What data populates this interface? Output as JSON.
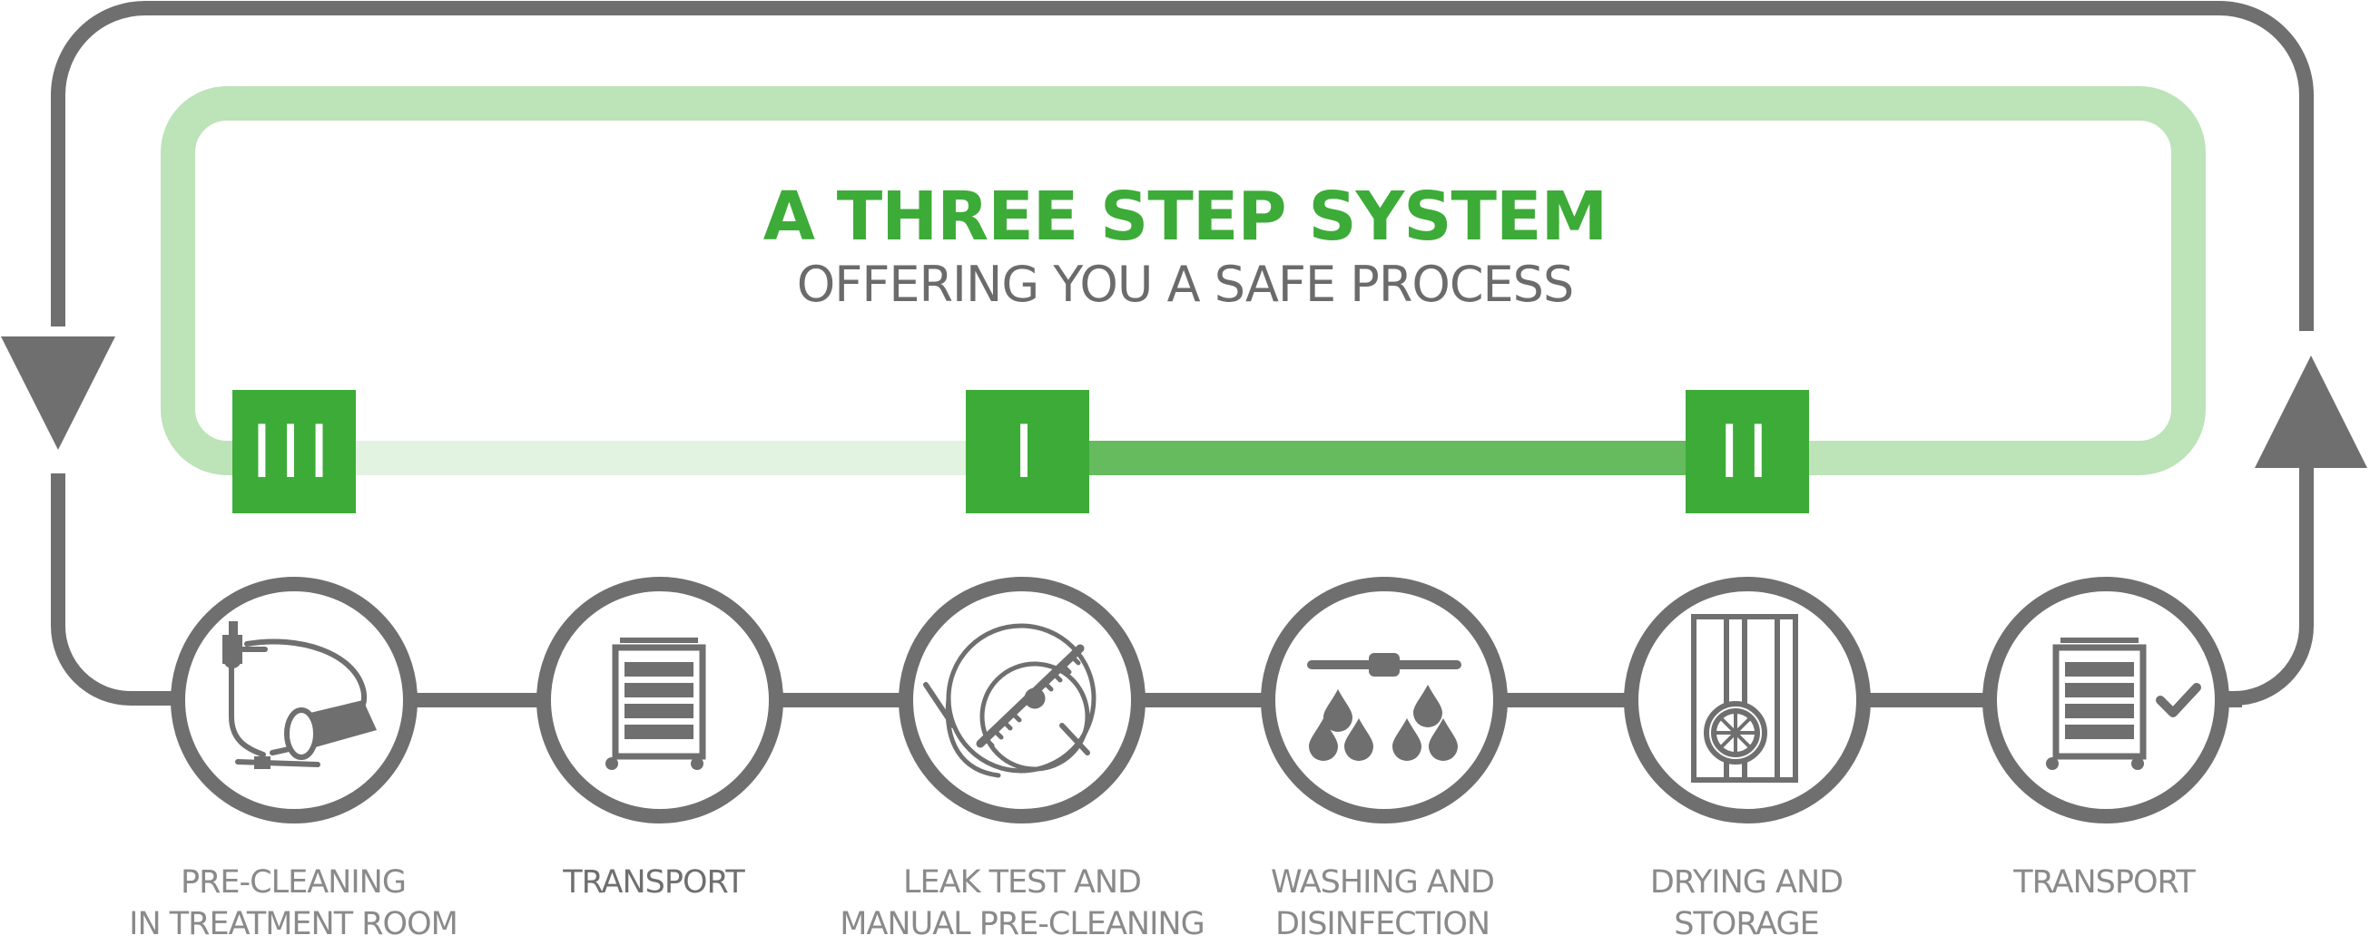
{
  "header": {
    "title": "A THREE STEP SYSTEM",
    "subtitle": "OFFERING YOU A SAFE PROCESS"
  },
  "steps": [
    {
      "numeral": "III"
    },
    {
      "numeral": "I"
    },
    {
      "numeral": "II"
    }
  ],
  "stages": [
    {
      "line1": "PRE-CLEANING",
      "line2": "IN TREATMENT ROOM",
      "icon": "endoscope-bowl-icon"
    },
    {
      "line1": "TRANSPORT",
      "line2": "",
      "icon": "transport-trolley-icon"
    },
    {
      "line1": "LEAK TEST AND",
      "line2": "MANUAL PRE-CLEANING",
      "icon": "cleaning-brush-icon"
    },
    {
      "line1": "WASHING AND",
      "line2": "DISINFECTION",
      "icon": "water-drops-icon"
    },
    {
      "line1": "DRYING AND",
      "line2": "STORAGE",
      "icon": "drying-cabinet-icon"
    },
    {
      "line1": "TRANSPORT",
      "line2": "",
      "icon": "transport-trolley-check-icon"
    }
  ],
  "colors": {
    "brand_green": "#3dab38",
    "light_green": "#bde3b9",
    "pale_green": "#e3f3e1",
    "mid_green": "#66bb5e",
    "gray": "#6f6f6f",
    "label_gray": "#8a8a8a"
  }
}
